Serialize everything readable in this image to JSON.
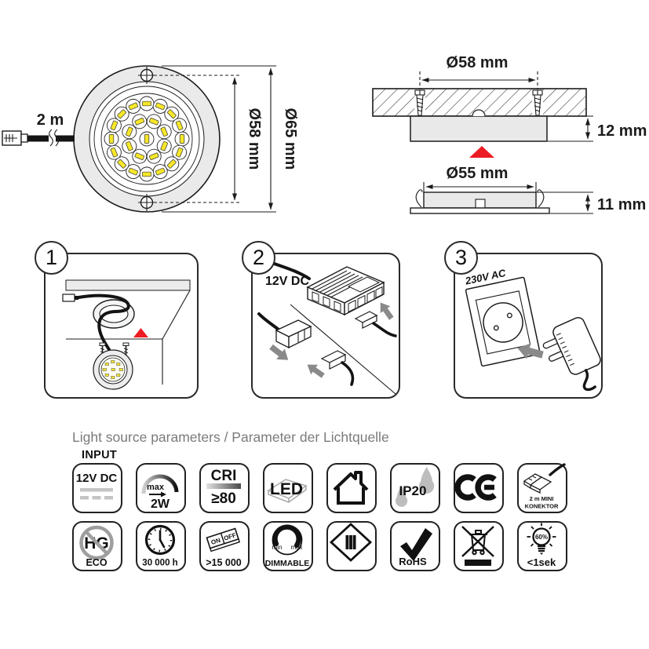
{
  "front_view": {
    "cable_label": "2 m",
    "inner_diameter": "Ø58 mm",
    "outer_diameter": "Ø65 mm"
  },
  "mount_view": {
    "hole_spacing": "Ø58 mm",
    "surface_height": "12 mm",
    "recess_diameter": "Ø55 mm",
    "recessed_height": "11 mm"
  },
  "steps": [
    {
      "number": "1"
    },
    {
      "number": "2",
      "label": "12V DC"
    },
    {
      "number": "3",
      "label": "230V AC"
    }
  ],
  "parameters": {
    "heading": "Light source parameters / Parameter der Lichtquelle",
    "input_label": "INPUT"
  },
  "icons": {
    "dc_input": {
      "label": "12V DC"
    },
    "max_power": {
      "top": "max",
      "value": "2W"
    },
    "cri": {
      "top": "CRI",
      "value": "≥80"
    },
    "led": {
      "label": "LED"
    },
    "indoor": {
      "name": "indoor-use"
    },
    "ip": {
      "label": "IP20"
    },
    "ce": {
      "label": "CE"
    },
    "connector": {
      "line1": "2 m MINI",
      "line2": "KONEKTOR"
    },
    "eco": {
      "label": "HG",
      "value": "ECO"
    },
    "lifetime": {
      "value": "30 000 h"
    },
    "cycles": {
      "on": "ON",
      "off": "OFF",
      "value": ">15 000"
    },
    "dimmable": {
      "min": "min",
      "max": "max",
      "value": "DIMMABLE"
    },
    "class3": {
      "label": "III"
    },
    "rohs": {
      "label": "RoHS"
    },
    "weee": {
      "name": "weee-disposal"
    },
    "fast_start": {
      "percent": "60%",
      "value": "<1sek"
    }
  },
  "colors": {
    "accent_red": "#ed1c24",
    "led_yellow": "#f6e72a",
    "line_black": "#1a1a1a",
    "panel_gray": "#e9e9e9",
    "muted_gray": "#7b7b7b"
  }
}
